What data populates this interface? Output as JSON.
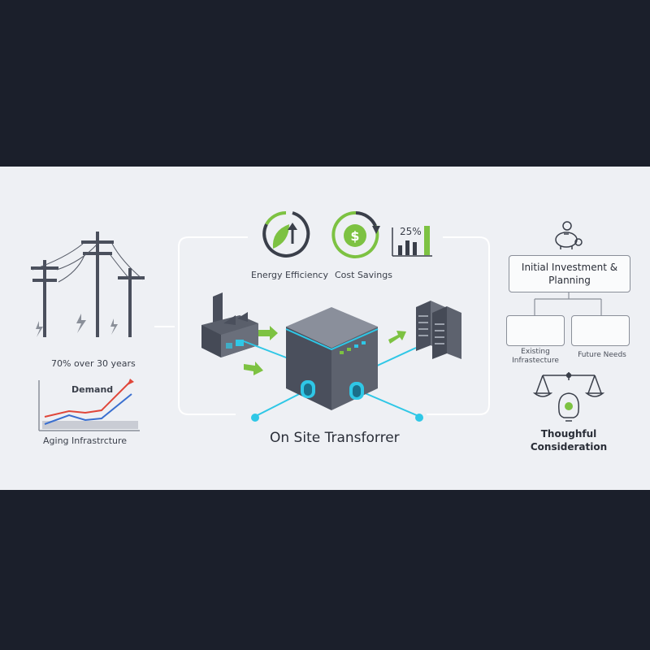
{
  "left": {
    "stat": "70% over 30 years",
    "chart_label": "Demand",
    "caption": "Aging Infrastrcture"
  },
  "center": {
    "energy_label": "Energy Efficiency",
    "cost_label": "Cost Savings",
    "percent": "25%",
    "title": "On Site Transforrer"
  },
  "right": {
    "investment_title": "Initial Investment & Planning",
    "existing_label": "Existing Infrastecture",
    "future_label": "Future Needs",
    "consideration": "Thoughful Consideration"
  },
  "colors": {
    "background": "#1b1f2b",
    "panel": "#eef0f4",
    "accent_green": "#7dc242",
    "accent_cyan": "#2fc7e6",
    "demand_red": "#e0473a",
    "demand_blue": "#3a6fcf"
  },
  "icons": [
    "power-pole-icon",
    "lightning-icon",
    "leaf-icon",
    "dollar-icon",
    "bar-chart-icon",
    "factory-icon",
    "transformer-icon",
    "server-icon",
    "piggy-bank-icon",
    "gear-icon",
    "wrench-icon",
    "refresh-icon",
    "scale-icon",
    "brain-bulb-icon"
  ]
}
